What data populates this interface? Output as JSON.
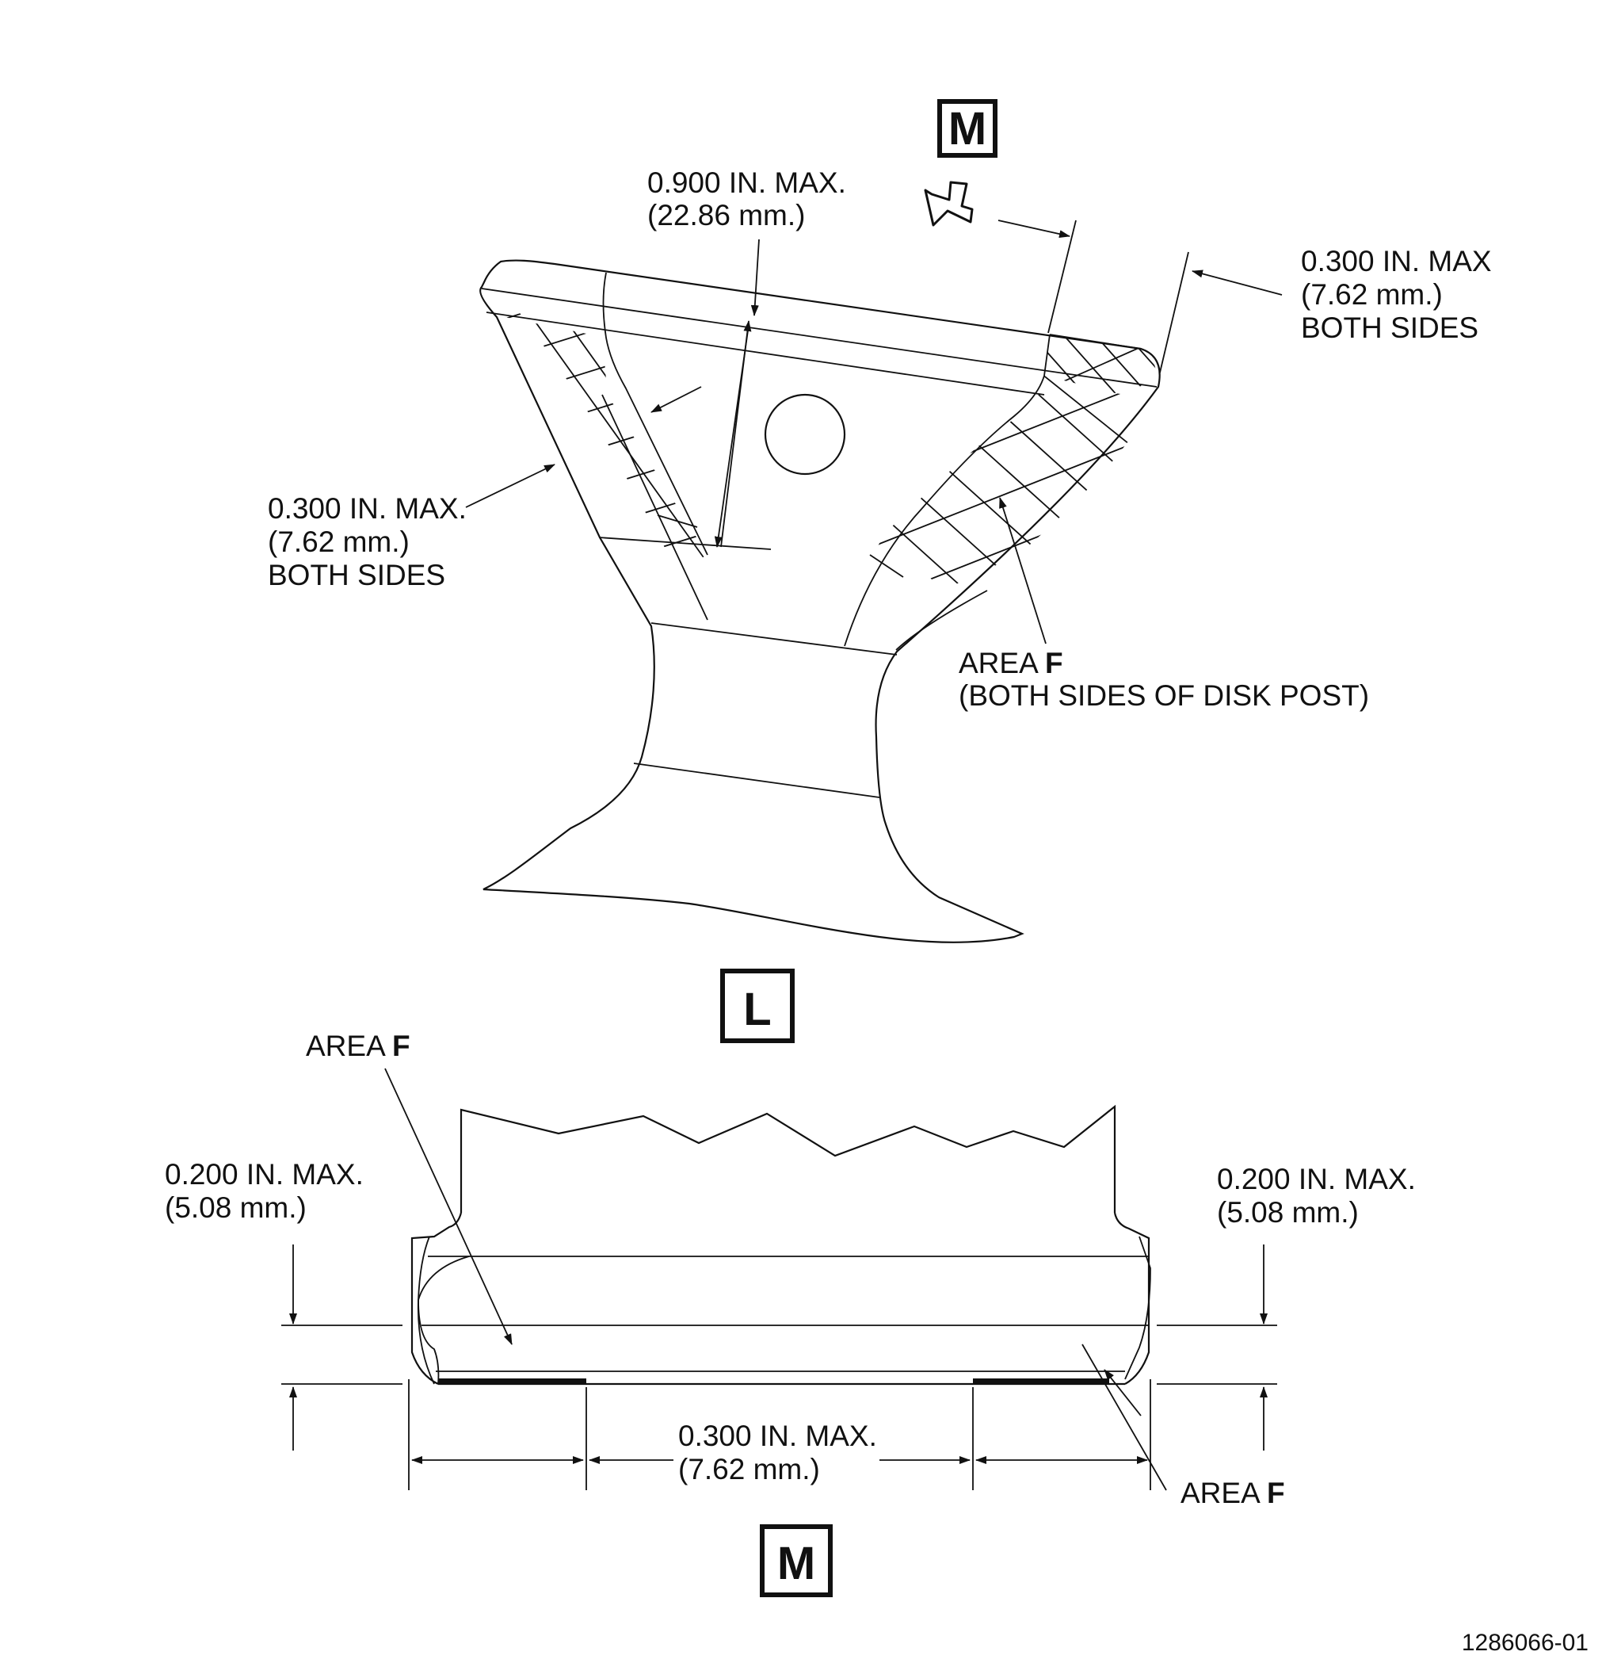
{
  "view_labels": {
    "top_callout": "M",
    "view_l": "L",
    "view_m": "M"
  },
  "view_l_notes": {
    "blade_length_in": "0.900 IN. MAX.",
    "blade_length_mm": "(22.86 mm.)",
    "right_limit_in": "0.300 IN. MAX",
    "right_limit_mm": "(7.62 mm.)",
    "right_limit_sides": "BOTH SIDES",
    "left_limit_in": "0.300 IN. MAX.",
    "left_limit_mm": "(7.62 mm.)",
    "left_limit_sides": "BOTH SIDES",
    "area_prefix": "AREA ",
    "area_letter": "F",
    "area_desc": "(BOTH SIDES OF DISK POST)"
  },
  "view_m_notes": {
    "area_top_prefix": "AREA ",
    "area_top_letter": "F",
    "left_depth_in": "0.200 IN. MAX.",
    "left_depth_mm": "(5.08 mm.)",
    "right_depth_in": "0.200 IN. MAX.",
    "right_depth_mm": "(5.08 mm.)",
    "width_in": "0.300 IN. MAX.",
    "width_mm": "(7.62 mm.)",
    "area_bottom_prefix": "AREA ",
    "area_bottom_letter": "F"
  },
  "figure_number": "1286066-01"
}
